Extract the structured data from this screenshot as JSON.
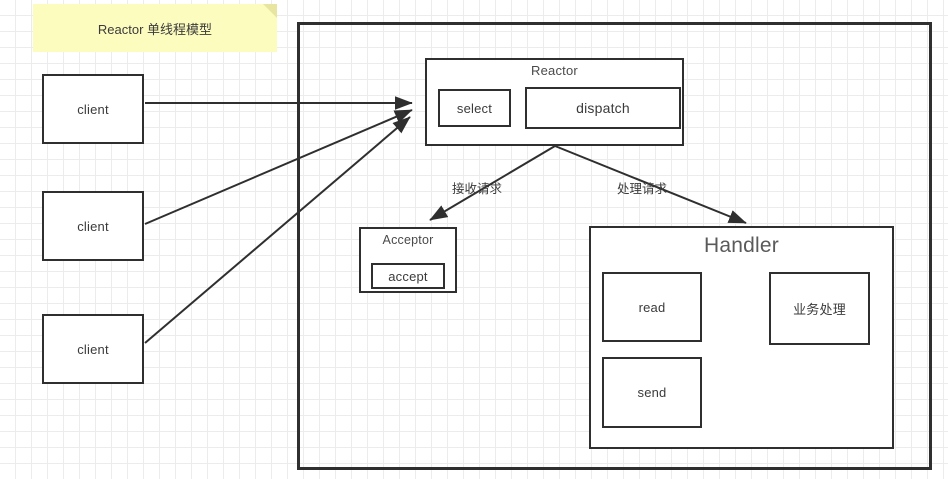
{
  "diagram": {
    "title_note": "Reactor 单线程模型",
    "colors": {
      "note_fill": "#fdfcbf",
      "note_fold": "#e8e5a0",
      "stroke": "#2f2f2f",
      "text": "#3b3b3b",
      "grid": "#ececec",
      "background": "#ffffff"
    }
  },
  "clients": [
    {
      "label": "client"
    },
    {
      "label": "client"
    },
    {
      "label": "client"
    }
  ],
  "reactor": {
    "title": "Reactor",
    "select": "select",
    "dispatch": "dispatch"
  },
  "acceptor": {
    "title": "Acceptor",
    "accept": "accept"
  },
  "handler": {
    "title": "Handler",
    "read": "read",
    "send": "send",
    "business": "业务处理"
  },
  "edges": {
    "accept_label": "接收请求",
    "handle_label": "处理请求"
  }
}
